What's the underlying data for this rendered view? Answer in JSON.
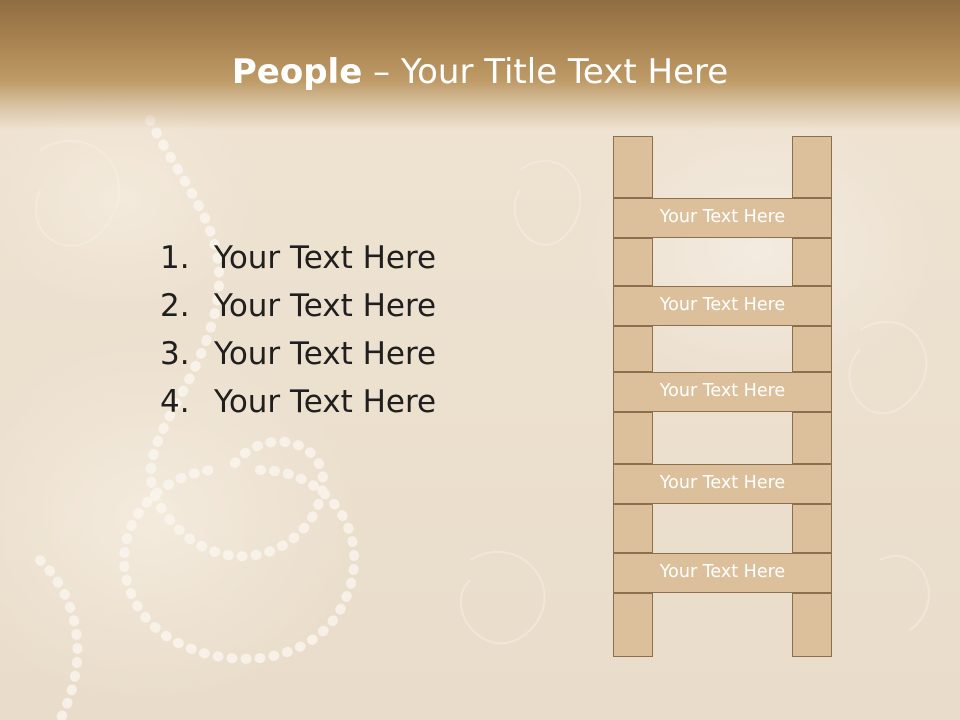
{
  "slide": {
    "title_bold": "People",
    "title_rest": " – Your Title Text Here",
    "list": [
      {
        "number": "1.",
        "text": "Your Text Here"
      },
      {
        "number": "2.",
        "text": "Your Text Here"
      },
      {
        "number": "3.",
        "text": "Your Text Here"
      },
      {
        "number": "4.",
        "text": "Your Text Here"
      }
    ],
    "ladder_rungs": [
      "Your Text Here",
      "Your Text Here",
      "Your Text Here",
      "Your Text Here",
      "Your Text Here"
    ]
  },
  "colors": {
    "header": "#a7824f",
    "ladder_fill": "#dcc09c",
    "ladder_border": "#8c6f4f",
    "background": "#ece0cf"
  }
}
